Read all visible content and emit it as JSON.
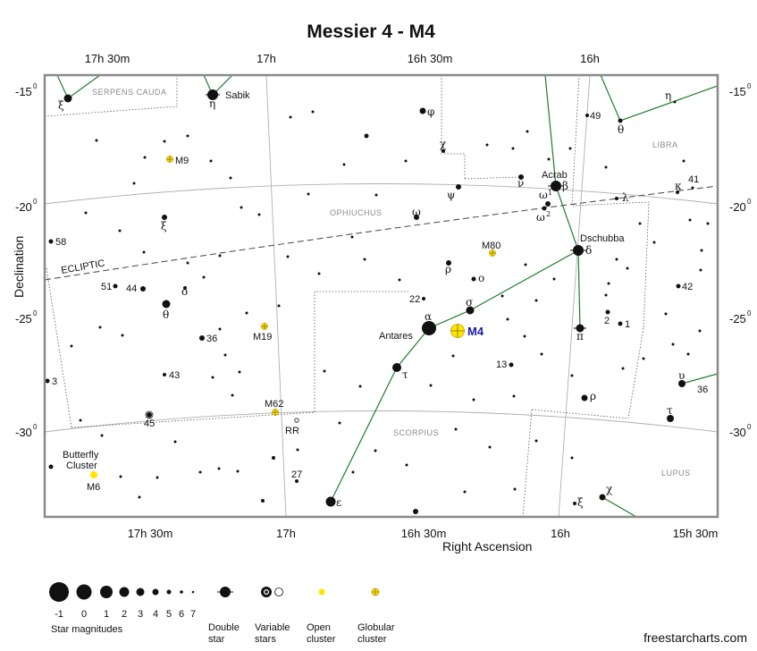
{
  "title": "Messier 4 - M4",
  "ra_ticks": [
    "17h 30m",
    "17h",
    "16h 30m",
    "16h",
    "15h 30m"
  ],
  "dec_ticks": [
    {
      "deg": "-15",
      "min": "0"
    },
    {
      "deg": "-20",
      "min": "0"
    },
    {
      "deg": "-25",
      "min": "0"
    },
    {
      "deg": "-30",
      "min": "0"
    }
  ],
  "x_axis_title": "Right Ascension",
  "y_axis_title": "Declination",
  "ecliptic_label": "ECLIPTIC",
  "constellations": [
    "Serpens Cauda",
    "Ophiuchus",
    "Libra",
    "Scorpius",
    "Lupus"
  ],
  "target": {
    "label": "M4"
  },
  "star_names": {
    "sabik": "Sabik",
    "acrab": "Acrab",
    "dschubba": "Dschubba",
    "antares": "Antares"
  },
  "deep_sky": {
    "m9": "M9",
    "m80": "M80",
    "m19": "M19",
    "m62": "M62",
    "m6": "M6",
    "butterfly_l1": "Butterfly",
    "butterfly_l2": "Cluster",
    "rr": "RR"
  },
  "star_labels": [
    "ξ",
    "η",
    "φ",
    "χ",
    "ψ",
    "ω",
    "ρ",
    "ο",
    "σ",
    "α",
    "τ",
    "ε",
    "ν",
    "ω",
    "1",
    "ω",
    "2",
    "β",
    "δ",
    "π",
    "λ",
    "κ",
    "41",
    "49",
    "θ",
    "η",
    "ξ",
    "θ",
    "ο",
    "58",
    "51",
    "44",
    "36",
    "43",
    "45",
    "3",
    "22",
    "13",
    "2",
    "1",
    "42",
    "υ",
    "36",
    "τ",
    "ρ",
    "χ",
    "ξ",
    "27"
  ],
  "legend": {
    "magnitudes": [
      "-1",
      "0",
      "1",
      "2",
      "3",
      "4",
      "5",
      "6",
      "7"
    ],
    "magnitudes_caption": "Star magnitudes",
    "double_l1": "Double",
    "double_l2": "star",
    "variable_l1": "Variable",
    "variable_l2": "stars",
    "open_l1": "Open",
    "open_l2": "cluster",
    "globular_l1": "Globular",
    "globular_l2": "cluster"
  },
  "credit": "freestarcharts.com",
  "colors": {
    "frame": "#8a8a8a",
    "stick_figure": "#1e7d2a",
    "cluster_yellow": "#ffe600",
    "target_text": "#1a1aa8"
  }
}
